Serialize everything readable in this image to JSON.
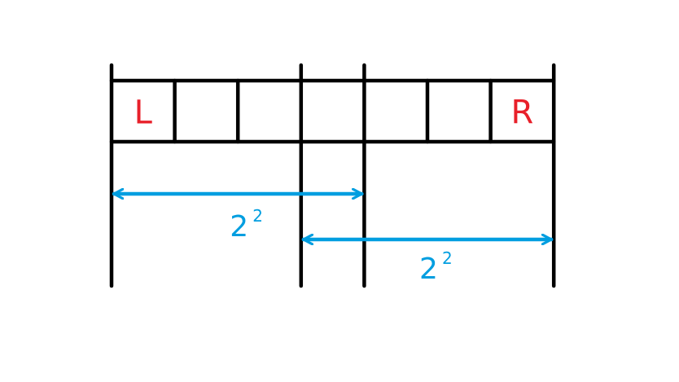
{
  "diagram": {
    "cells": [
      {
        "label": "L"
      },
      {
        "label": ""
      },
      {
        "label": ""
      },
      {
        "label": ""
      },
      {
        "label": ""
      },
      {
        "label": ""
      },
      {
        "label": "R"
      }
    ],
    "spans": [
      {
        "base": "2",
        "exponent": "2",
        "from_boundary": 0,
        "to_boundary": 4
      },
      {
        "base": "2",
        "exponent": "2",
        "from_boundary": 3,
        "to_boundary": 7
      }
    ],
    "colors": {
      "line": "#000000",
      "label": "#e8202a",
      "span": "#009ee0"
    }
  }
}
